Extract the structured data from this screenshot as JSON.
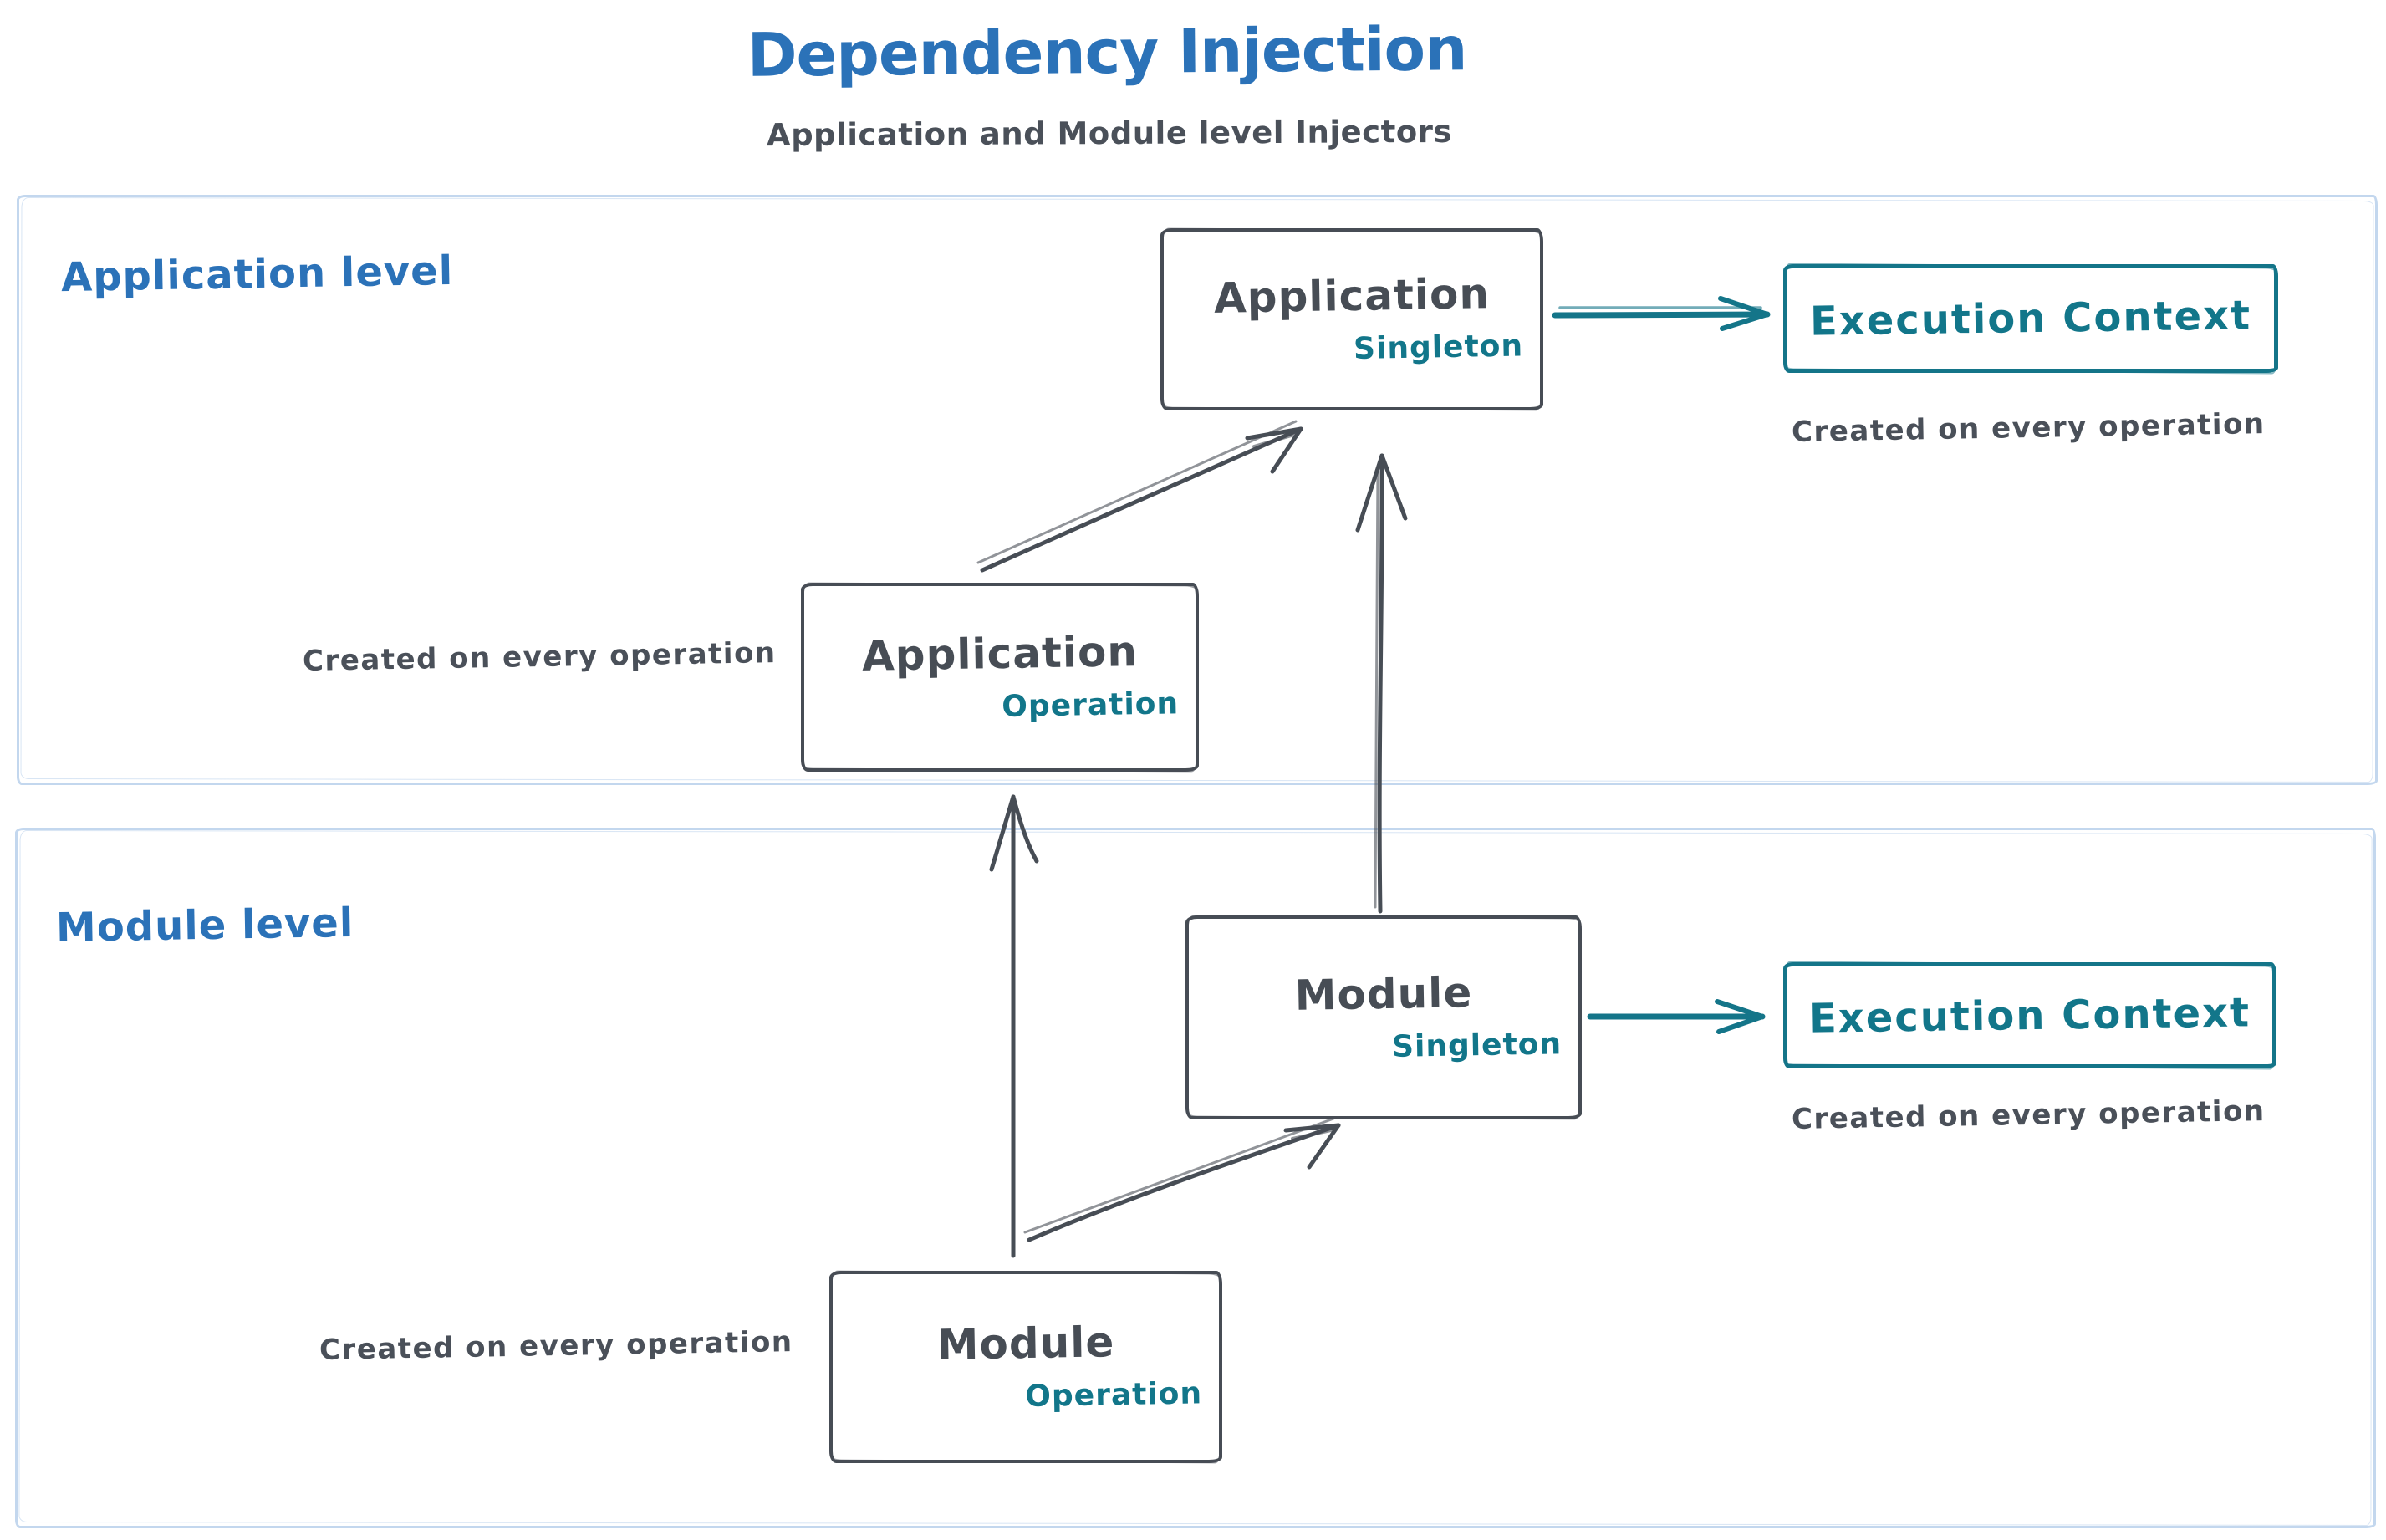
{
  "title": "Dependency Injection",
  "subtitle": "Application and Module level Injectors",
  "colors": {
    "heading_blue": "#2b72b8",
    "dark_stroke": "#474d55",
    "teal": "#12768a",
    "container_border": "#c3d7ee",
    "background": "#ffffff"
  },
  "sections": [
    {
      "id": "application",
      "label": "Application level"
    },
    {
      "id": "module",
      "label": "Module level"
    }
  ],
  "nodes": {
    "app_singleton": {
      "title": "Application",
      "subtitle": "Singleton"
    },
    "app_operation": {
      "title": "Application",
      "subtitle": "Operation"
    },
    "module_singleton": {
      "title": "Module",
      "subtitle": "Singleton"
    },
    "module_operation": {
      "title": "Module",
      "subtitle": "Operation"
    },
    "exec_context_top": {
      "title": "Execution Context"
    },
    "exec_context_bottom": {
      "title": "Execution Context"
    }
  },
  "captions": {
    "exec_top": "Created on every operation",
    "app_operation": "Created on every operation",
    "exec_bottom": "Created on every operation",
    "module_operation": "Created on every operation"
  },
  "arrows": [
    {
      "id": "app-operation-to-app-singleton",
      "style": "dark"
    },
    {
      "id": "module-singleton-to-app-singleton",
      "style": "dark"
    },
    {
      "id": "module-operation-to-app-operation",
      "style": "dark"
    },
    {
      "id": "module-operation-to-module-singleton",
      "style": "dark"
    },
    {
      "id": "app-singleton-to-execution-context",
      "style": "teal"
    },
    {
      "id": "module-singleton-to-execution-context",
      "style": "teal"
    }
  ]
}
